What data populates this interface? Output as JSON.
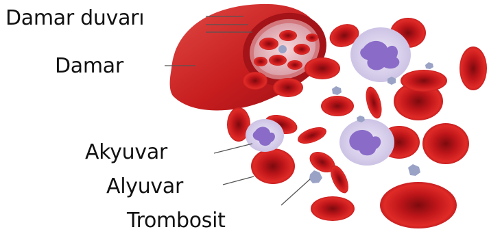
{
  "labels": {
    "vessel_wall": "Damar duvarı",
    "vessel": "Damar",
    "white_cell": "Akyuvar",
    "red_cell": "Alyuvar",
    "platelet": "Trombosit"
  },
  "colors": {
    "vessel_red": "#c9201d",
    "cell_red": "#d61f1f",
    "cell_dark": "#8e0b10",
    "leukocyte_body": "#ddd6ef",
    "leukocyte_nucleus": "#8a6bc8",
    "platelet": "#9aa3c6",
    "leader_line": "#555555"
  }
}
